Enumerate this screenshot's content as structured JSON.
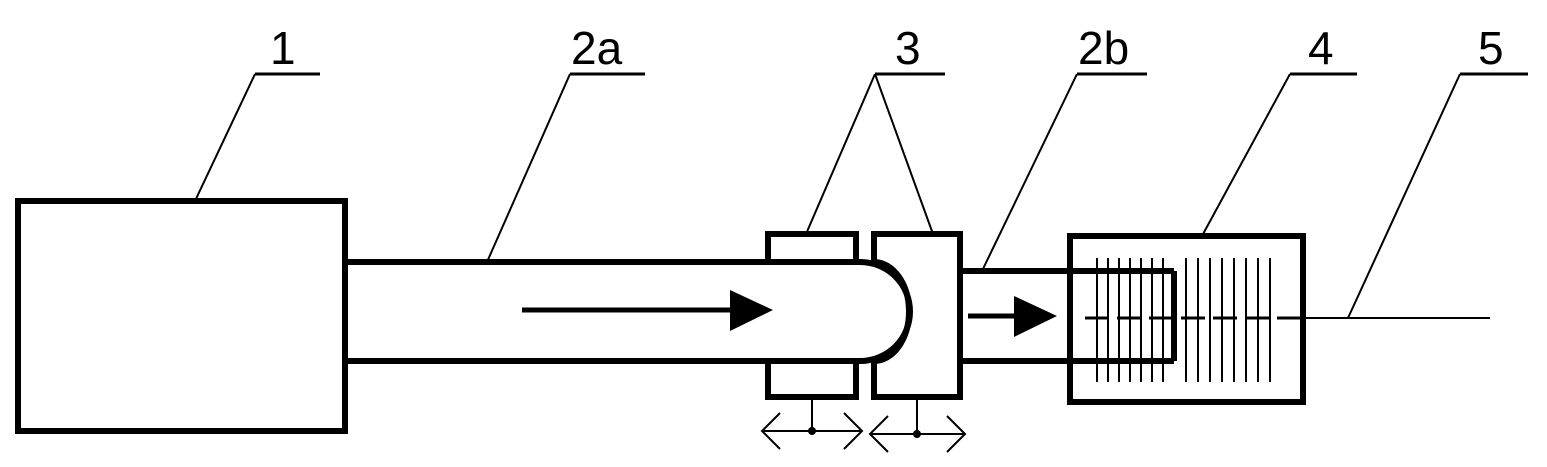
{
  "labels": {
    "source": "1",
    "fiber_a": "2a",
    "clamp": "3",
    "fiber_b": "2b",
    "element": "4",
    "output": "5"
  },
  "colors": {
    "line": "#000000",
    "background": "#ffffff"
  }
}
